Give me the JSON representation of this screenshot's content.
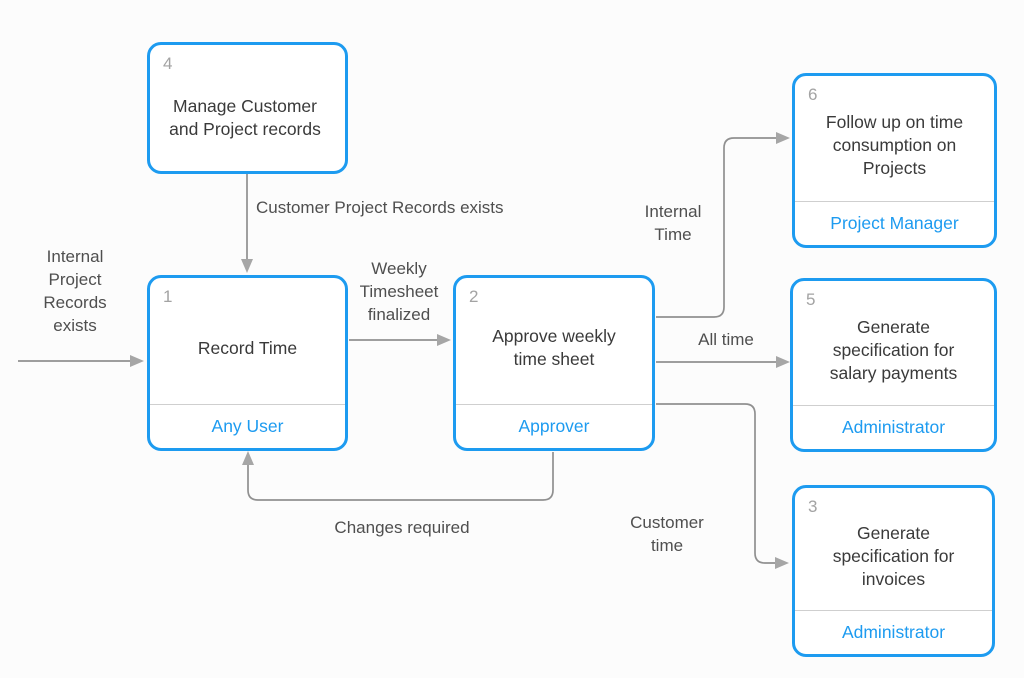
{
  "diagram": {
    "colors": {
      "accent": "#1d9bf0",
      "line": "#909090",
      "text": "#3a3a3a",
      "muted": "#a3a3a3",
      "label": "#4f4f4f"
    },
    "nodes": {
      "n1": {
        "number": "1",
        "title": "Record Time",
        "role": "Any User"
      },
      "n2": {
        "number": "2",
        "title": "Approve weekly time sheet",
        "role": "Approver"
      },
      "n3": {
        "number": "3",
        "title": "Generate specification for invoices",
        "role": "Administrator"
      },
      "n4": {
        "number": "4",
        "title": "Manage Customer and Project records"
      },
      "n5": {
        "number": "5",
        "title": "Generate specification for salary payments",
        "role": "Administrator"
      },
      "n6": {
        "number": "6",
        "title": "Follow up on time consumption on Projects",
        "role": "Project Manager"
      }
    },
    "labels": {
      "entry": "Internal Project Records exists",
      "customer_records": "Customer Project Records exists",
      "weekly_timesheet": "Weekly Timesheet finalized",
      "internal_time": "Internal Time",
      "all_time": "All time",
      "customer_time": "Customer time",
      "changes_required": "Changes required"
    }
  }
}
